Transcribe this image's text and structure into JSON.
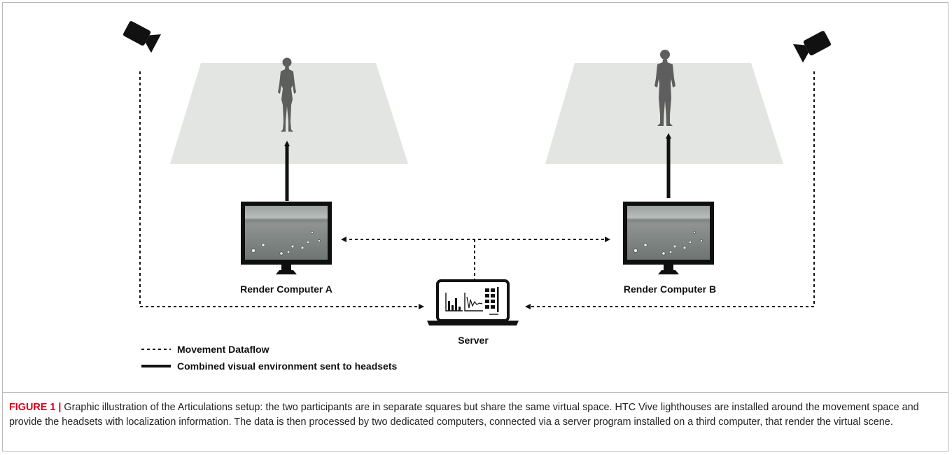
{
  "diagram": {
    "render_computer_a": "Render Computer A",
    "render_computer_b": "Render Computer B",
    "server": "Server",
    "legend": {
      "dashed": "Movement Dataflow",
      "solid": "Combined visual environment sent to headsets"
    }
  },
  "caption": {
    "label": "FIGURE 1 |",
    "text": "Graphic illustration of the Articulations setup: the two participants are in separate squares but share the same virtual space. HTC Vive lighthouses are installed around the movement space and provide the headsets with localization information. The data is then processed by two dedicated computers, connected via a server program installed on a third computer, that render the virtual scene."
  },
  "colors": {
    "floor": "#e2e5e1",
    "ink": "#111111",
    "figure_label": "#d6001c",
    "person": "#5e5e5e"
  }
}
